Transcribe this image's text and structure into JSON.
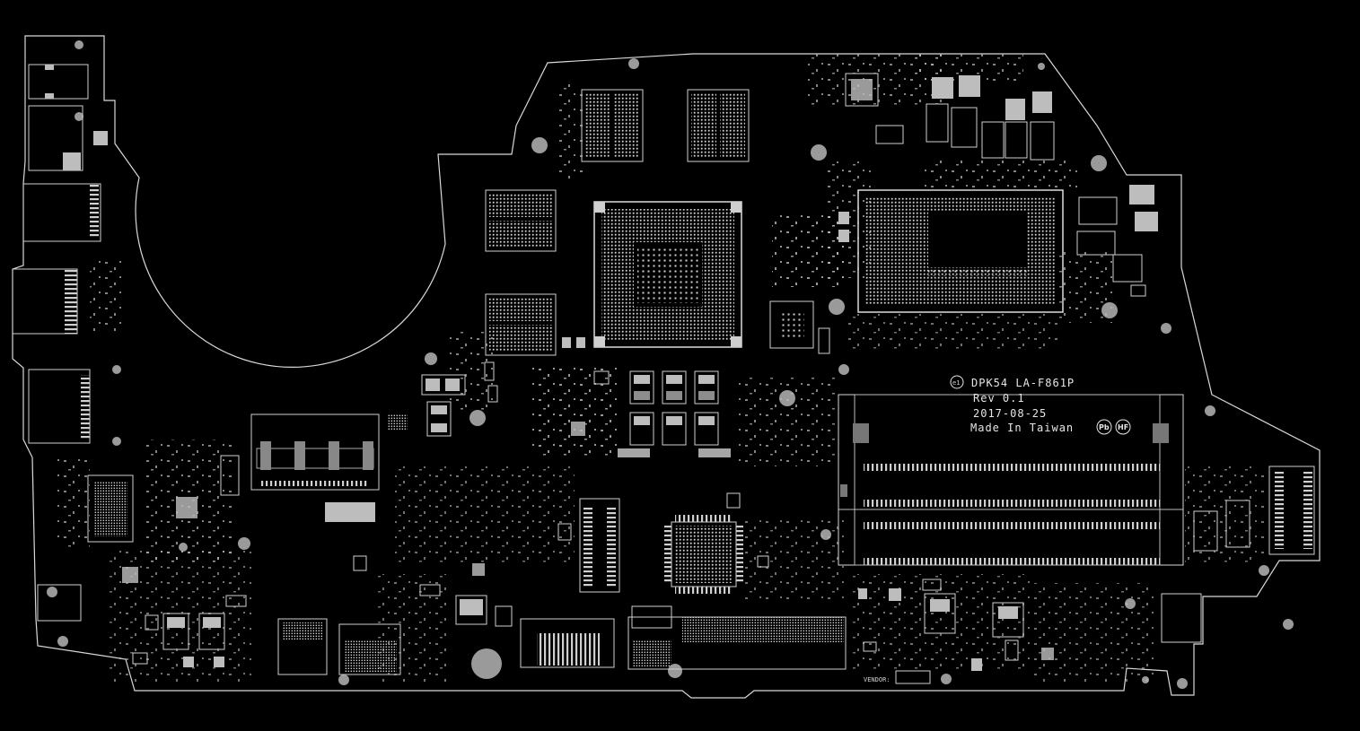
{
  "silkscreen": {
    "board_id": "DPK54 LA-F861P",
    "revision": "Rev 0.1",
    "date": "2017-08-25",
    "origin": "Made In Taiwan",
    "vendor_label": "VENDOR:"
  },
  "logos": {
    "pb_logo_text": "Pb",
    "hf_logo_text": "HF",
    "e1_mark_text": "e1"
  },
  "colors": {
    "background": "#000000",
    "outline": "#d9d9d9",
    "pad": "#bdbdbd",
    "hole": "#9a9a9a",
    "dark_pad": "#777777"
  }
}
